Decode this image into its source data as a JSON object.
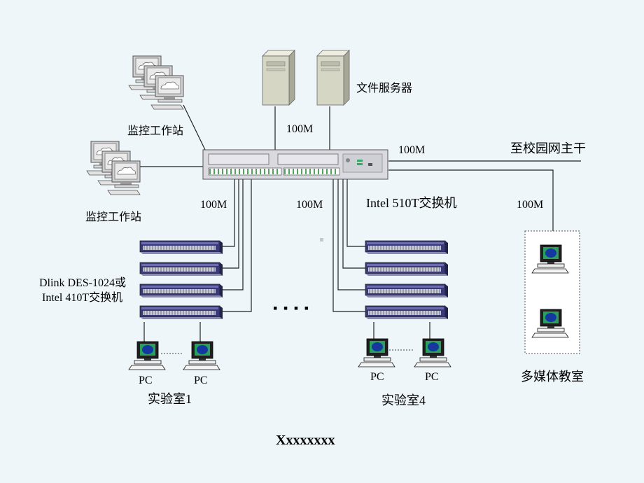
{
  "labels": {
    "monitor_station_top": "监控工作站",
    "monitor_station_left": "监控工作站",
    "file_server": "文件服务器",
    "bw_server": "100M",
    "bw_campus": "100M",
    "campus_backbone": "至校园网主干",
    "core_switch": "Intel 510T交换机",
    "bw_left": "100M",
    "bw_mid": "100M",
    "bw_right": "100M",
    "edge_switch_line1": "Dlink DES-1024或",
    "edge_switch_line2": "Intel 410T交换机",
    "ellipsis": "▪ ▪ ▪ ▪",
    "pc1": "PC",
    "pc2": "PC",
    "pc3": "PC",
    "pc4": "PC",
    "lab1": "实验室1",
    "lab4": "实验室4",
    "multimedia_room": "多媒体教室",
    "footer": "Xxxxxxxx"
  },
  "colors": {
    "background": "#eef6fa",
    "line": "#222222",
    "server_body": "#d6d6c4",
    "switch_body": "#d9d9df",
    "edge_switch": "#3a3a78",
    "crt_screen": "#1438a0",
    "crt_ring": "#2aa060"
  },
  "icons": [
    "workstation-icon",
    "server-icon",
    "switch-icon",
    "pc-icon"
  ]
}
